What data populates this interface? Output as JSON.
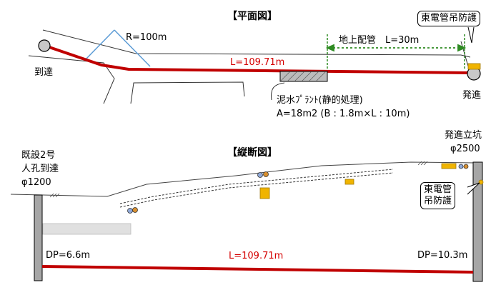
{
  "plan": {
    "title": "【平面図】",
    "radius_label": "R=100m",
    "pipe_length_label": "L=109.71m",
    "surface_pipe_label": "地上配管　L=30m",
    "arrival_label": "到達",
    "departure_label": "発進",
    "plant_label": "泥水ﾌﾟﾗﾝﾄ(静的処理)",
    "plant_area_label": "A=18m2 (B : 1.8m×L : 10m)",
    "callout_label": "東電管吊防護"
  },
  "profile": {
    "title": "【縦断図】",
    "manhole_line1": "既設2号",
    "manhole_line2": "人孔到達",
    "manhole_line3": "φ1200",
    "shaft_line1": "発進立坑",
    "shaft_line2": "φ2500",
    "callout_line1": "東電管",
    "callout_line2": "吊防護",
    "pipe_length_label": "L=109.71m",
    "depth_left": "DP=6.6m",
    "depth_right": "DP=10.3m"
  },
  "colors": {
    "pipe": "#c00000",
    "radius_line": "#5b9bd5",
    "dimension": "#2e8b22",
    "utility": "#f0b400",
    "shaft": "#a6a6a6"
  }
}
